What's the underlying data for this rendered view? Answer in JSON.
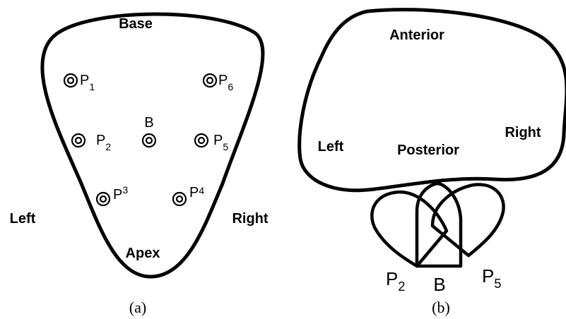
{
  "panel_a": {
    "label_base": "Base",
    "label_apex": "Apex",
    "label_left": "Left",
    "label_right": "Right",
    "caption": "(a)",
    "electrodes": [
      {
        "prefix": "P",
        "sub": "1"
      },
      {
        "prefix": "P",
        "sub": "6"
      },
      {
        "prefix": "B",
        "sub": ""
      },
      {
        "prefix": "P",
        "sub": "2"
      },
      {
        "prefix": "P",
        "sub": "5"
      },
      {
        "prefix": "P",
        "sub": "3"
      },
      {
        "prefix": "P",
        "sub": "4"
      }
    ]
  },
  "panel_b": {
    "label_anterior": "Anterior",
    "label_posterior": "Posterior",
    "label_left": "Left",
    "label_right": "Right",
    "caption": "(b)",
    "electrodes": [
      {
        "prefix": "P",
        "sub": "2"
      },
      {
        "prefix": "B",
        "sub": ""
      },
      {
        "prefix": "P",
        "sub": "5"
      }
    ]
  }
}
